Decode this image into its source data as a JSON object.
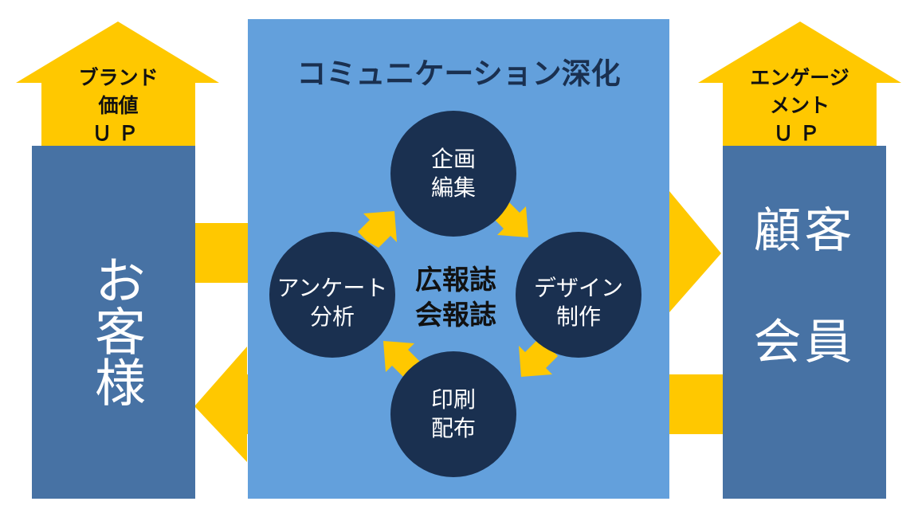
{
  "colors": {
    "yellow": "#FFC800",
    "center_bg": "#63A0DC",
    "side_panel": "#4772A4",
    "circle": "#1A3050",
    "dark_text": "#1A3050"
  },
  "left_up_arrow": {
    "line1": "ブランド",
    "line2": "価値",
    "line3": "ＵＰ"
  },
  "right_up_arrow": {
    "line1": "エンゲージ",
    "line2": "メント",
    "line3": "ＵＰ"
  },
  "left_panel": {
    "label": "お客様"
  },
  "right_panel": {
    "label_top": "顧客",
    "label_bottom": "会員"
  },
  "center": {
    "title": "コミュニケーション深化",
    "hub_line1": "広報誌",
    "hub_line2": "会報誌"
  },
  "cycle": [
    {
      "line1": "企画",
      "line2": "編集"
    },
    {
      "line1": "デザイン",
      "line2": "制作"
    },
    {
      "line1": "印刷",
      "line2": "配布"
    },
    {
      "line1": "アンケート",
      "line2": "分析"
    }
  ]
}
